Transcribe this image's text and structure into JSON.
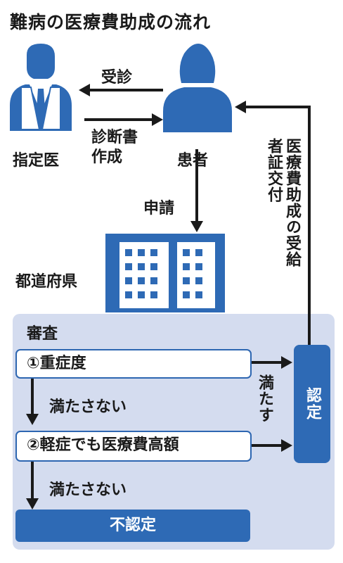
{
  "title": "難病の医療費助成の流れ",
  "actors": {
    "doctor": "指定医",
    "patient": "患者",
    "prefecture": "都道府県"
  },
  "flows": {
    "consult": "受診",
    "diagnosis": "診断書作成",
    "apply": "申請",
    "certificate": "医療費助成の受給者証交付"
  },
  "review": {
    "heading": "審査",
    "step1": "①重症度",
    "step2": "②軽症でも医療費高額",
    "not_met_1": "満たさない",
    "not_met_2": "満たさない",
    "met": "満たす",
    "approved": "認定",
    "rejected": "不認定"
  },
  "colors": {
    "brand_blue": "#2e6ab5",
    "panel": "#d4dcef",
    "ink": "#1a1a1a"
  },
  "icons": [
    "doctor-icon",
    "patient-icon",
    "government-building-icon"
  ]
}
